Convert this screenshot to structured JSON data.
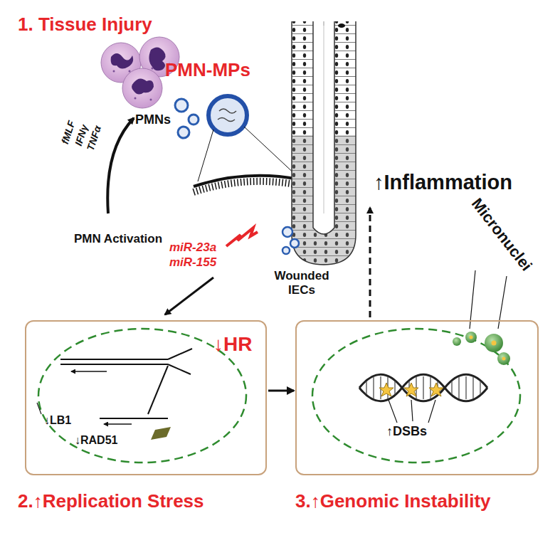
{
  "diagram": {
    "nodes": [
      {
        "text": [
          "↓HR",
          "↓LB1",
          "↓RAD51",
          "2.↑Replication Stress"
        ]
      },
      {
        "text": [
          "↑DSBs",
          "3.↑Genomic Instability"
        ]
      }
    ],
    "edges": [
      {
        "from": 0,
        "to": 1,
        "arrow": "to"
      }
    ],
    "labels": [
      "1. Tissue Injury",
      "PMN-MPs",
      "PMNs",
      "fMLF",
      "IFNγ",
      "TNFα",
      "PMN Activation",
      "miR-23a",
      "miR-155",
      "Wounded IECs",
      "↑Inflammation",
      "Micronuclei"
    ]
  }
}
